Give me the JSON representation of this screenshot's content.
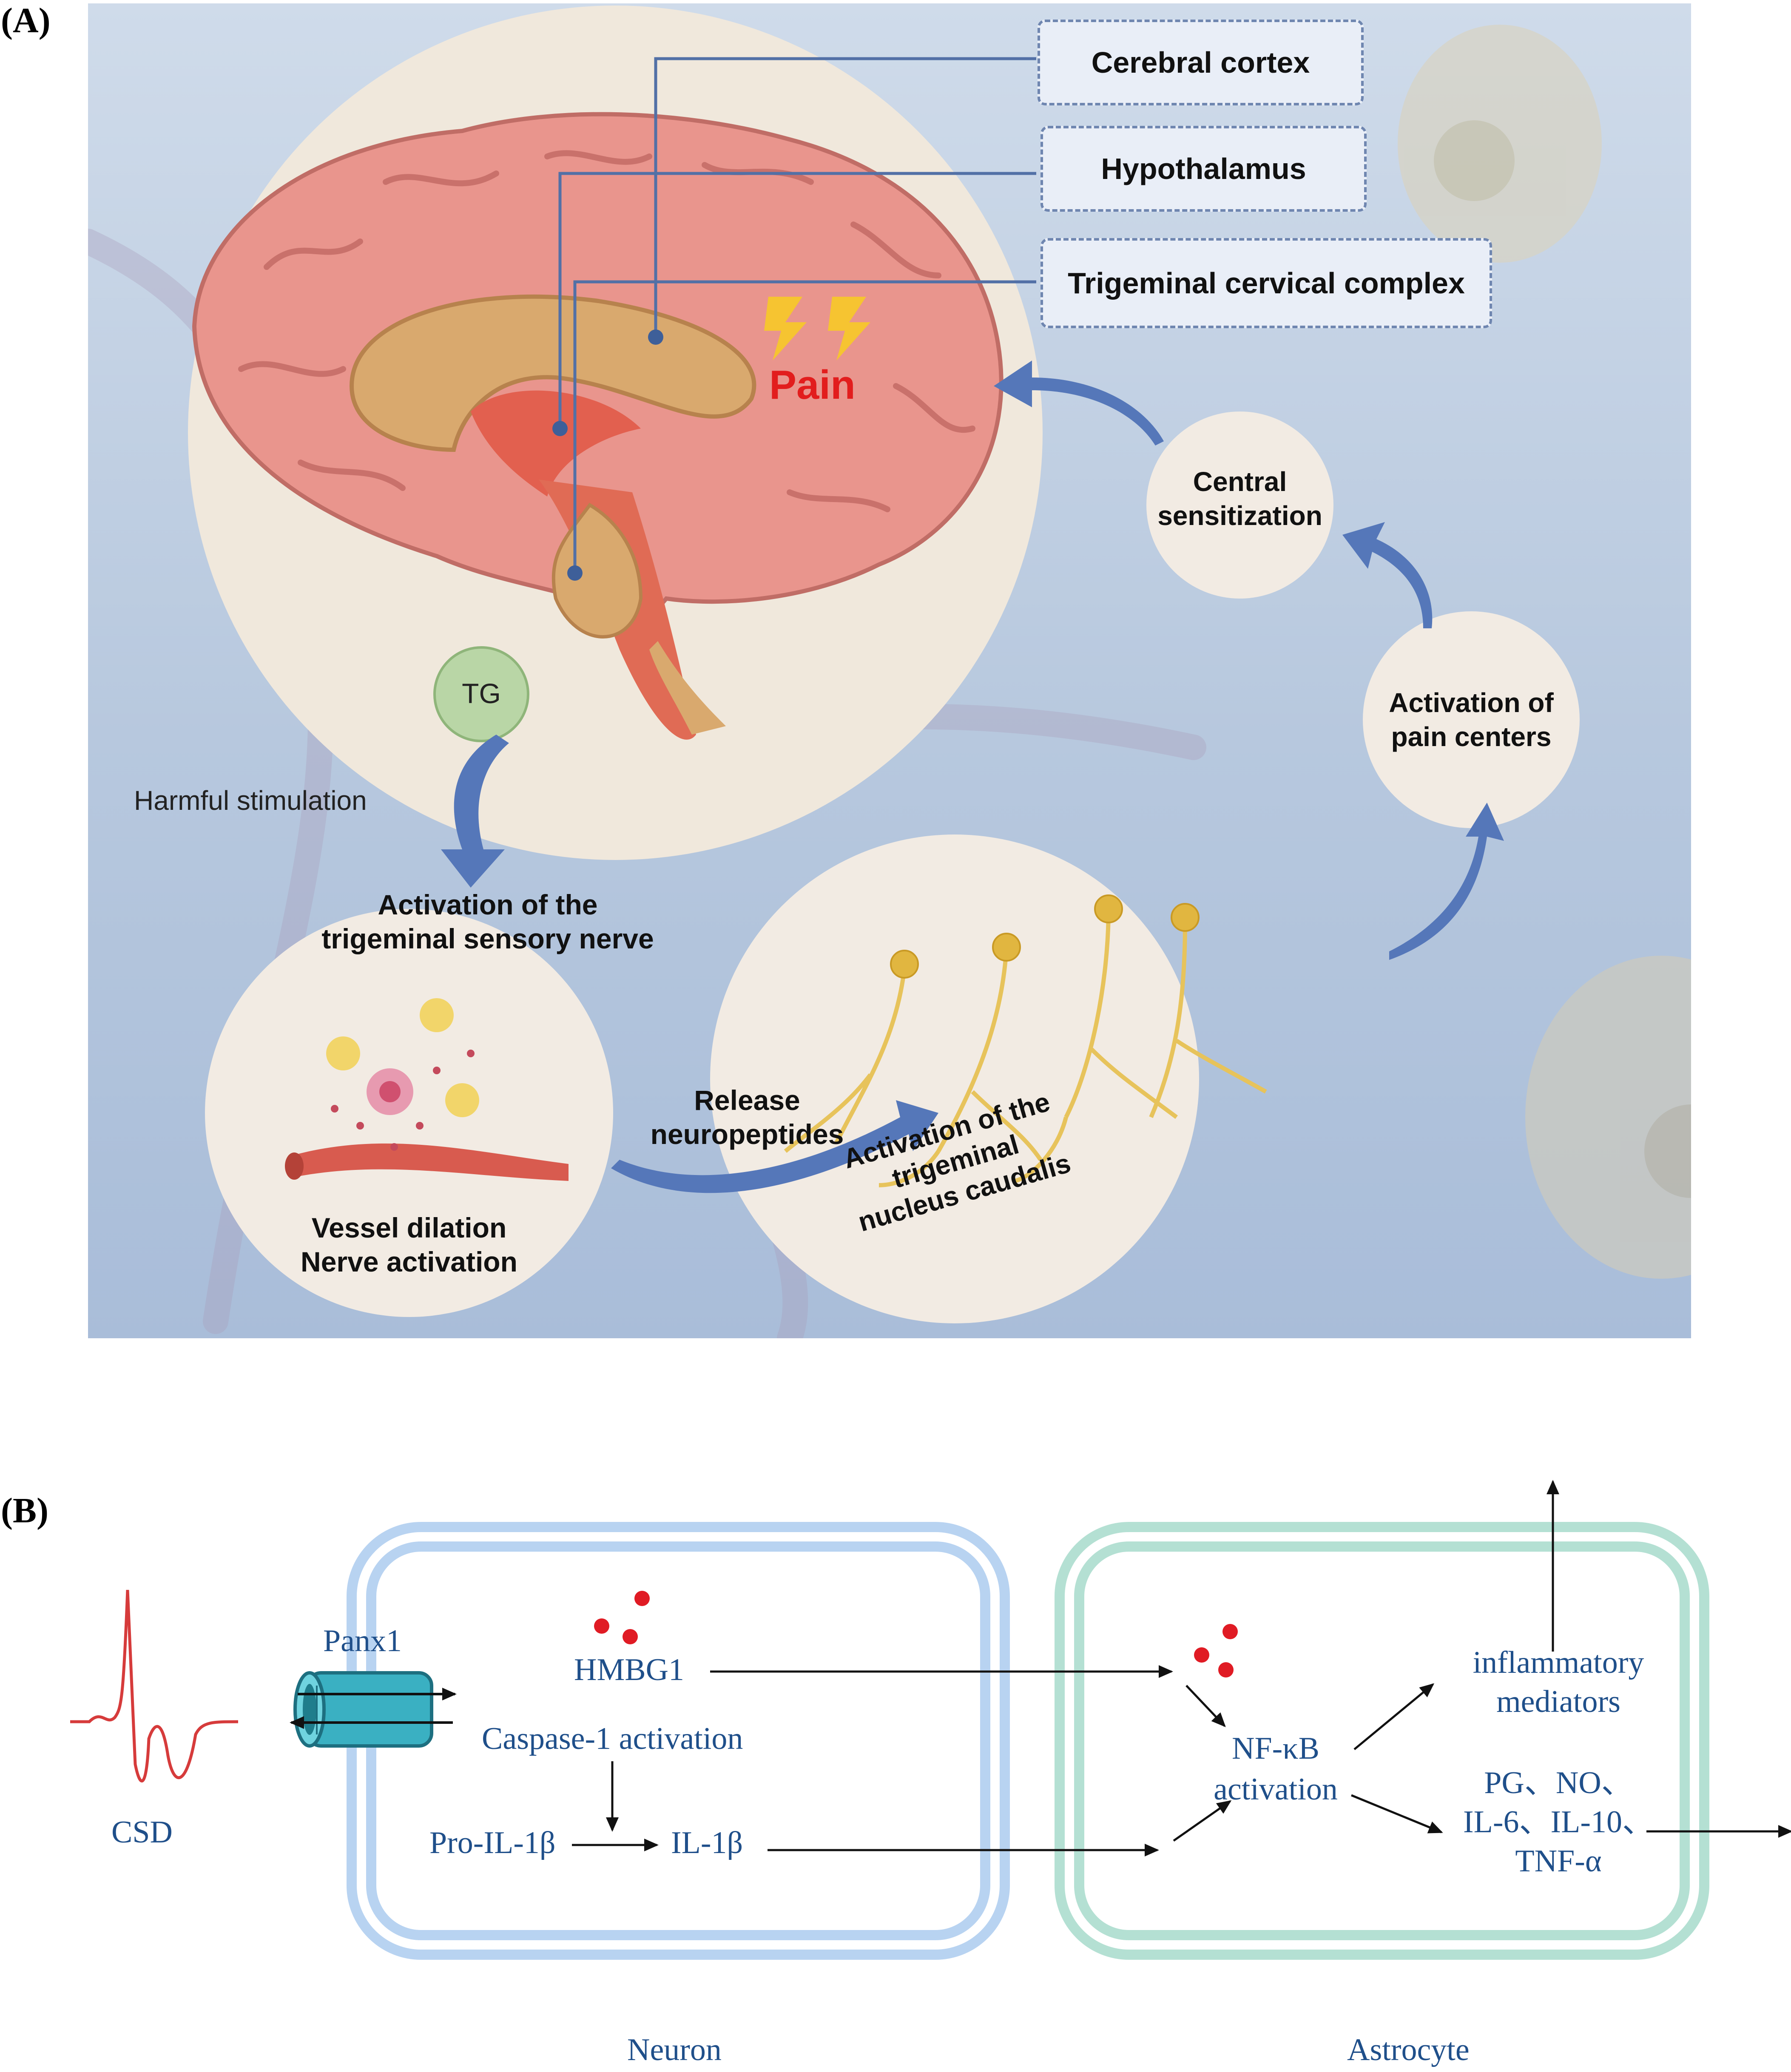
{
  "panel_a": {
    "label": "(A)",
    "labels": {
      "cortex": "Cerebral cortex",
      "hypothalamus": "Hypothalamus",
      "tcc": "Trigeminal cervical complex"
    },
    "pain": "Pain",
    "tg": "TG",
    "harmful": "Harmful stimulation",
    "activation_nerve": [
      "Activation of the",
      "trigeminal sensory nerve"
    ],
    "vessel": [
      "Vessel dilation",
      "Nerve activation"
    ],
    "release": [
      "Release",
      "neuropeptides"
    ],
    "nucleus": [
      "Activation of the",
      "trigeminal",
      "nucleus caudalis"
    ],
    "pain_centers": [
      "Activation of",
      "pain centers"
    ],
    "central": [
      "Central",
      "sensitization"
    ]
  },
  "panel_b": {
    "label": "(B)",
    "csd": "CSD",
    "panx1": "Panx1",
    "hmbg1": "HMBG1",
    "caspase": "Caspase-1 activation",
    "pro_il": "Pro-IL-1β",
    "il": "IL-1β",
    "nfkb": [
      "NF-κB",
      "activation"
    ],
    "inflammatory": [
      "inflammatory",
      "mediators"
    ],
    "mediators_list": [
      "PG、NO、",
      "IL-6、IL-10、",
      "TNF-α"
    ],
    "neuron": "Neuron",
    "astrocyte": "Astrocyte",
    "colors": {
      "neuron_border": "#a9c8ee",
      "astrocyte_border": "#9fd3c3",
      "text": "#1f4f8a",
      "dot": "#e01b24"
    }
  }
}
